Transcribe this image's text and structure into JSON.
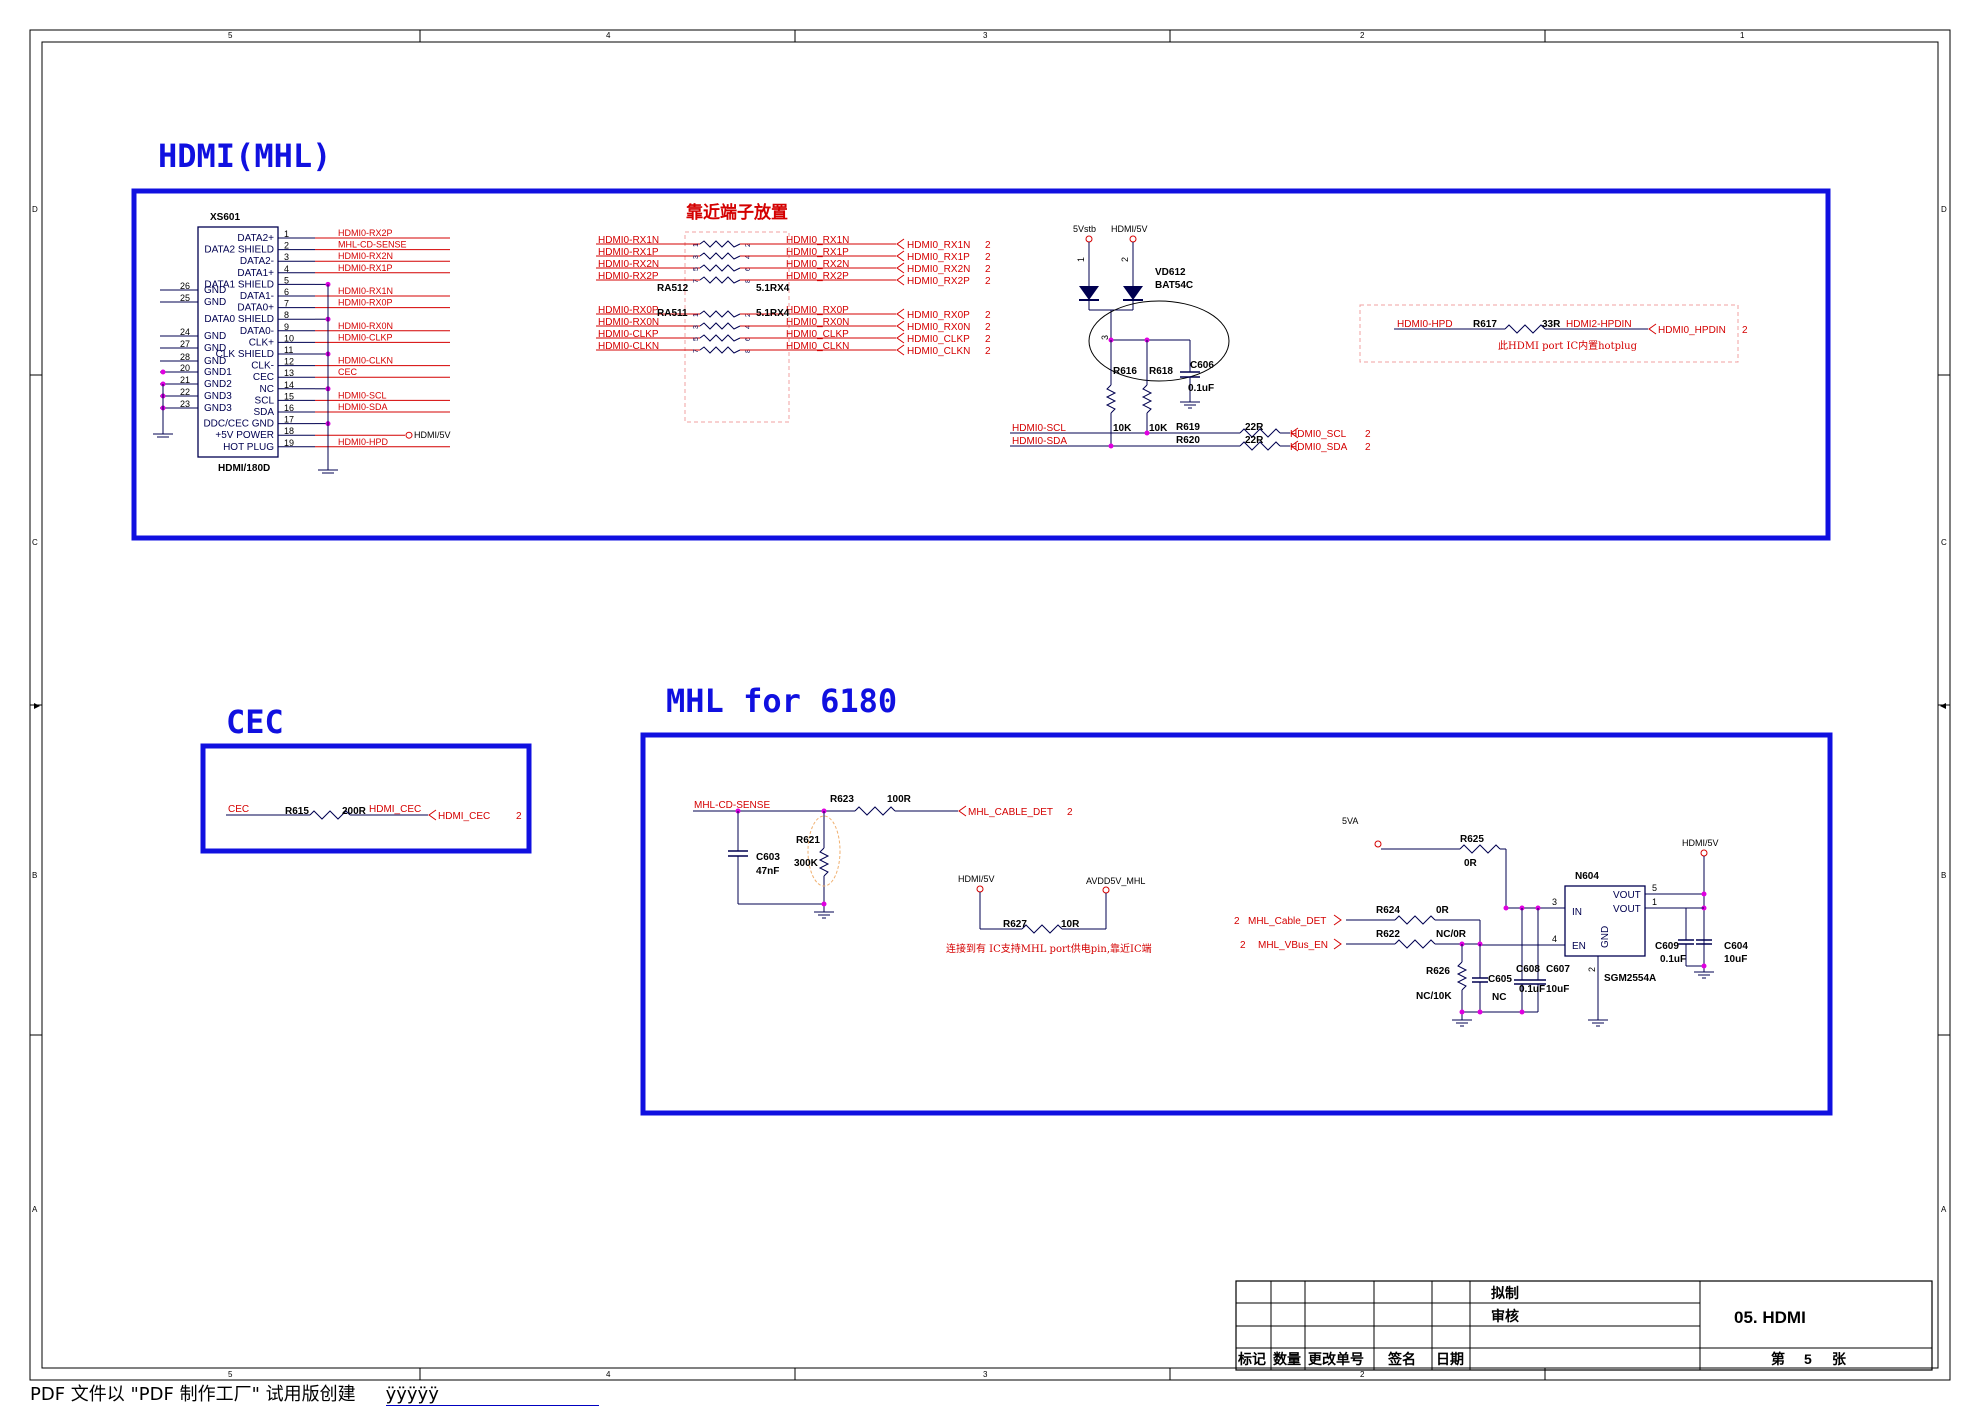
{
  "frame": {
    "col_markers": [
      "5",
      "4",
      "3",
      "2",
      "1"
    ],
    "row_markers": [
      "D",
      "C",
      "B",
      "A"
    ]
  },
  "sections": {
    "hdmi_title": "HDMI(MHL)",
    "cec_title": "CEC",
    "mhl_title": "MHL for 6180"
  },
  "connector": {
    "ref": "XS601",
    "part": "HDMI/180D",
    "pins_right": [
      {
        "num": "1",
        "name": "DATA2+",
        "net": "HDMI0-RX2P"
      },
      {
        "num": "2",
        "name": "DATA2 SHIELD",
        "net": "MHL-CD-SENSE"
      },
      {
        "num": "3",
        "name": "DATA2-",
        "net": "HDMI0-RX2N"
      },
      {
        "num": "4",
        "name": "DATA1+",
        "net": "HDMI0-RX1P"
      },
      {
        "num": "5",
        "name": "DATA1 SHIELD",
        "net": ""
      },
      {
        "num": "6",
        "name": "DATA1-",
        "net": "HDMI0-RX1N"
      },
      {
        "num": "7",
        "name": "DATA0+",
        "net": "HDMI0-RX0P"
      },
      {
        "num": "8",
        "name": "DATA0 SHIELD",
        "net": ""
      },
      {
        "num": "9",
        "name": "DATA0-",
        "net": "HDMI0-RX0N"
      },
      {
        "num": "10",
        "name": "CLK+",
        "net": "HDMI0-CLKP"
      },
      {
        "num": "11",
        "name": "CLK SHIELD",
        "net": ""
      },
      {
        "num": "12",
        "name": "CLK-",
        "net": "HDMI0-CLKN"
      },
      {
        "num": "13",
        "name": "CEC",
        "net": "CEC"
      },
      {
        "num": "14",
        "name": "NC",
        "net": ""
      },
      {
        "num": "15",
        "name": "SCL",
        "net": "HDMI0-SCL"
      },
      {
        "num": "16",
        "name": "SDA",
        "net": "HDMI0-SDA"
      },
      {
        "num": "17",
        "name": "DDC/CEC GND",
        "net": ""
      },
      {
        "num": "18",
        "name": "+5V POWER",
        "net": "HDMI/5V"
      },
      {
        "num": "19",
        "name": "HOT PLUG",
        "net": "HDMI0-HPD"
      }
    ],
    "pins_left": [
      {
        "num": "26",
        "name": "GND"
      },
      {
        "num": "25",
        "name": "GND"
      },
      {
        "num": "24",
        "name": "GND"
      },
      {
        "num": "27",
        "name": "GND"
      },
      {
        "num": "28",
        "name": "GND"
      },
      {
        "num": "20",
        "name": "GND1"
      },
      {
        "num": "21",
        "name": "GND2"
      },
      {
        "num": "22",
        "name": "GND3"
      },
      {
        "num": "23",
        "name": "GND3"
      }
    ]
  },
  "resnet": {
    "note": "靠近端子放置",
    "top_ref": "RA512",
    "top_val": "5.1RX4",
    "bot_ref": "RA511",
    "bot_val": "5.1RX4",
    "top_left_nets": [
      "HDMI0-RX1N",
      "HDMI0-RX1P",
      "HDMI0-RX2N",
      "HDMI0-RX2P"
    ],
    "top_right_nets": [
      "HDMI0_RX1N",
      "HDMI0_RX1P",
      "HDMI0_RX2N",
      "HDMI0_RX2P"
    ],
    "bot_left_nets": [
      "HDMI0-RX0P",
      "HDMI0-RX0N",
      "HDMI0-CLKP",
      "HDMI0-CLKN"
    ],
    "bot_right_nets": [
      "HDMI0_RX0P",
      "HDMI0_RX0N",
      "HDMI0_CLKP",
      "HDMI0_CLKN"
    ],
    "top_pins_left": [
      "1",
      "3",
      "5",
      "7"
    ],
    "top_pins_right": [
      "2",
      "4",
      "6",
      "8"
    ],
    "bot_pins_left": [
      "1",
      "3",
      "5",
      "7"
    ],
    "bot_pins_right": [
      "2",
      "4",
      "6",
      "8"
    ],
    "sheet": "2"
  },
  "ddc": {
    "p1": "5Vstb",
    "p2": "HDMI/5V",
    "diode_ref": "VD612",
    "diode_part": "BAT54C",
    "pin1": "1",
    "pin2": "2",
    "pin3": "3",
    "r616": "R616",
    "r618": "R618",
    "r616_val": "10K",
    "r618_val": "10K",
    "c606": "C606",
    "c606_val": "0.1uF",
    "r619": "R619",
    "r620": "R620",
    "r_val": "22R",
    "scl_in": "HDMI0-SCL",
    "sda_in": "HDMI0-SDA",
    "scl_out": "HDMI0_SCL",
    "sda_out": "HDMI0_SDA",
    "sheet": "2"
  },
  "hpd": {
    "net_in": "HDMI0-HPD",
    "ref": "R617",
    "val": "33R",
    "net_mid": "HDMI2-HPDIN",
    "net_out": "HDMI0_HPDIN",
    "sheet": "2",
    "note": "此HDMI port IC内置hotplug"
  },
  "cec": {
    "net_in": "CEC",
    "ref": "R615",
    "val": "200R",
    "net_mid": "HDMI_CEC",
    "net_out": "HDMI_CEC",
    "sheet": "2"
  },
  "mhl": {
    "sense": "MHL-CD-SENSE",
    "r623": "R623",
    "r623_val": "100R",
    "cable_det": "MHL_CABLE_DET",
    "sheet": "2",
    "c603": "C603",
    "c603_val": "47nF",
    "r621": "R621",
    "r621_val": "300K",
    "p_hdmi5v": "HDMI/5V",
    "p_avdd": "AVDD5V_MHL",
    "r627": "R627",
    "r627_val": "10R",
    "note2": "连接到有 IC支持MHL port供电pin,靠近IC端",
    "p_5va": "5VA",
    "r625": "R625",
    "r625_val": "0R",
    "ic_ref": "N604",
    "ic_part": "SGM2554A",
    "ic_in": "IN",
    "ic_en": "EN",
    "ic_gnd": "GND",
    "ic_vout1": "VOUT",
    "ic_vout2": "VOUT",
    "pin3": "3",
    "pin4": "4",
    "pin2": "2",
    "pin5": "5",
    "pin1": "1",
    "cable_det2": "MHL_Cable_DET",
    "vbus_en": "MHL_VBus_EN",
    "r624": "R624",
    "r624_val": "0R",
    "r622": "R622",
    "r622_val": "NC/0R",
    "r626": "R626",
    "r626_val": "NC/10K",
    "c605": "C605",
    "c605_val": "NC",
    "c608": "C608",
    "c608_val": "0.1uF",
    "c607": "C607",
    "c607_val": "10uF",
    "c609": "C609",
    "c609_val": "0.1uF",
    "c604": "C604",
    "c604_val": "10uF",
    "p_out": "HDMI/5V"
  },
  "titleblock": {
    "drafted": "拟制",
    "reviewed": "审核",
    "title": "05. HDMI",
    "h_mark": "标记",
    "h_count": "数量",
    "h_change": "更改单号",
    "h_sign": "签名",
    "h_date": "日期",
    "sheet_pre": "第",
    "sheet_no": "5",
    "sheet_post": "张"
  },
  "footer": {
    "text": "PDF 文件以 \"PDF 制作工厂\" 试用版创建",
    "junk": "ÿÿÿÿÿ"
  }
}
